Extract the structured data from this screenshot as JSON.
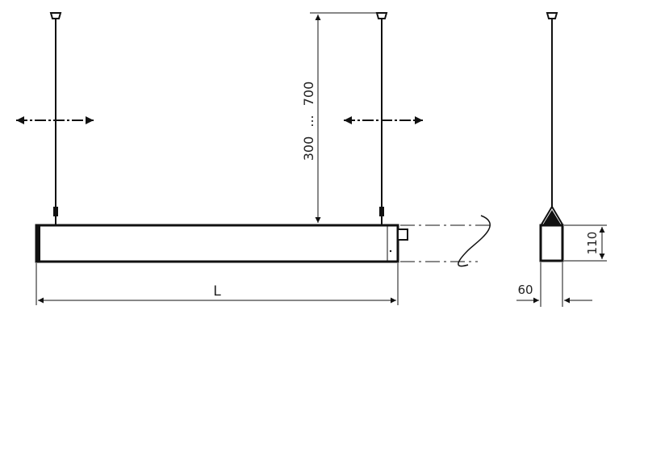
{
  "dimensions": {
    "hanging_range": {
      "min": "300",
      "separator": "...",
      "max": "700"
    },
    "length": "L",
    "height": "110",
    "width": "60"
  }
}
